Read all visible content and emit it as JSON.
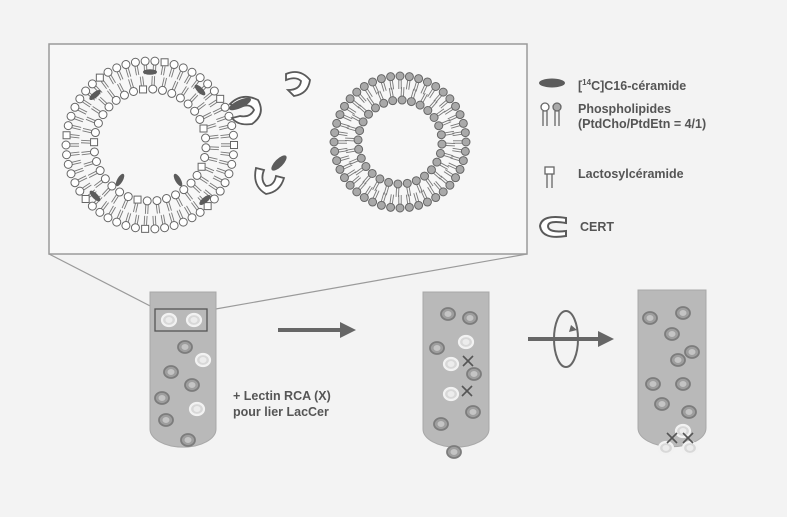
{
  "legend": {
    "ceramide": {
      "prefix": "[",
      "sup": "14",
      "suffix": "C]C16-céramide"
    },
    "phospholipids_line1": "Phospholipides",
    "phospholipids_line2": "(PtdCho/PtdEtn = 4/1)",
    "lactosylceramide": "Lactosylcéramide",
    "cert": "CERT"
  },
  "note": {
    "line1": "+ Lectin RCA (X)",
    "line2": "pour lier LacCer"
  },
  "icons": [
    "ceramide-icon",
    "phospholipid-icon",
    "lactosylceramide-icon",
    "cert-icon",
    "arrow-icon",
    "centrifuge-icon",
    "lectin-x-icon"
  ],
  "colors": {
    "background": "#f3f3f3",
    "tube": "#b9b9b9",
    "vesicle_head": "#a9a9a9",
    "ceramide": "#5c5c5c",
    "text": "#555555"
  }
}
